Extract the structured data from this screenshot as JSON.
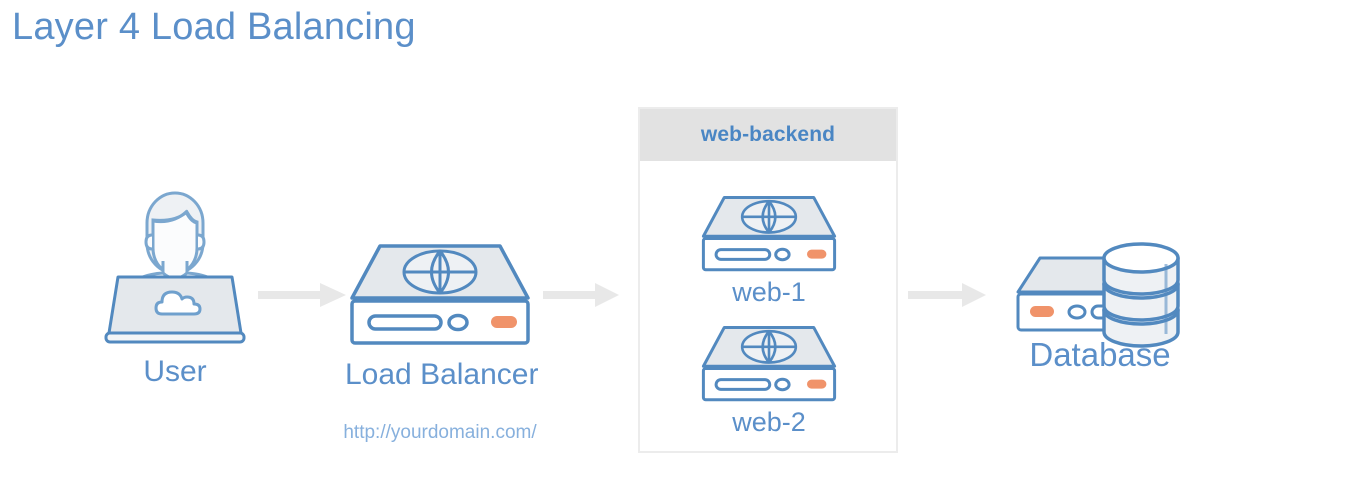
{
  "page": {
    "title": "Layer 4 Load Balancing",
    "background_color": "#ffffff",
    "accent_color": "#5b8fc9",
    "icon_stroke_color": "#5289bf",
    "icon_fill_color": "#e6eaed",
    "accent_orange": "#f0936a",
    "arrow_color": "#e8e8e8",
    "group_header_color": "#e2e2e2",
    "group_border_color": "#ececec"
  },
  "diagram": {
    "type": "network-architecture",
    "nodes": [
      {
        "id": "user",
        "label": "User",
        "icon": "user-laptop-icon"
      },
      {
        "id": "load-balancer",
        "label": "Load Balancer",
        "icon": "server-globe-icon",
        "caption": "http://yourdomain.com/"
      },
      {
        "id": "web-1",
        "label": "web-1",
        "icon": "server-globe-icon"
      },
      {
        "id": "web-2",
        "label": "web-2",
        "icon": "server-globe-icon"
      },
      {
        "id": "database",
        "label": "Database",
        "icon": "database-server-icon"
      }
    ],
    "group": {
      "id": "web-backend",
      "title": "web-backend",
      "members": [
        "web-1",
        "web-2"
      ]
    },
    "arrows": [
      {
        "id": "arrow-user-to-lb",
        "from": "user",
        "to": "load-balancer",
        "direction": "right"
      },
      {
        "id": "arrow-lb-to-backend",
        "from": "load-balancer",
        "to": "web-backend",
        "direction": "right"
      },
      {
        "id": "arrow-backend-to-db",
        "from": "web-backend",
        "to": "database",
        "direction": "right"
      }
    ]
  }
}
